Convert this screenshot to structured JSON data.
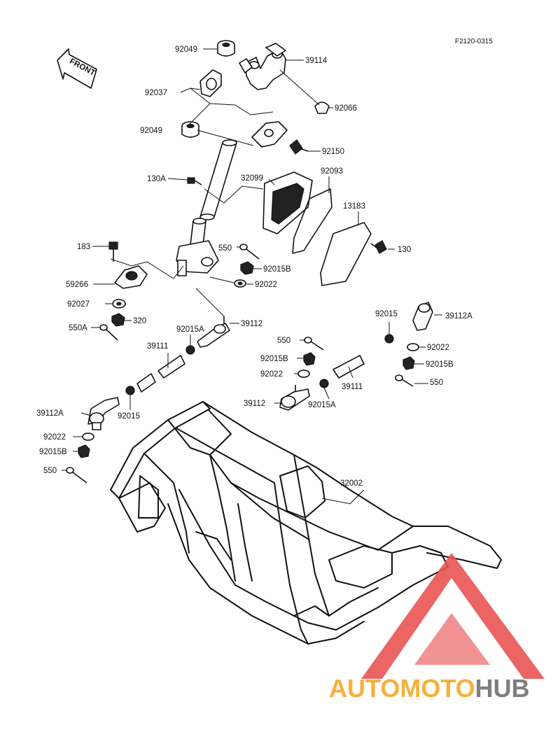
{
  "diagram_code": "F2120-0315",
  "front_arrow": {
    "label": "FRONT"
  },
  "parts": [
    {
      "id": "p1",
      "number": "92049"
    },
    {
      "id": "p2",
      "number": "39114"
    },
    {
      "id": "p3",
      "number": "92037"
    },
    {
      "id": "p4",
      "number": "92066"
    },
    {
      "id": "p5",
      "number": "92049"
    },
    {
      "id": "p6",
      "number": "92150"
    },
    {
      "id": "p7",
      "number": "130A"
    },
    {
      "id": "p8",
      "number": "32099"
    },
    {
      "id": "p9",
      "number": "92093"
    },
    {
      "id": "p10",
      "number": "13183"
    },
    {
      "id": "p11",
      "number": "183"
    },
    {
      "id": "p12",
      "number": "550"
    },
    {
      "id": "p13",
      "number": "130"
    },
    {
      "id": "p14",
      "number": "92015B"
    },
    {
      "id": "p15",
      "number": "59266"
    },
    {
      "id": "p16",
      "number": "92022"
    },
    {
      "id": "p17",
      "number": "92027"
    },
    {
      "id": "p18",
      "number": "320"
    },
    {
      "id": "p19",
      "number": "550A"
    },
    {
      "id": "p20",
      "number": "92015A"
    },
    {
      "id": "p21",
      "number": "39112"
    },
    {
      "id": "p22",
      "number": "92015"
    },
    {
      "id": "p23",
      "number": "39112A"
    },
    {
      "id": "p24",
      "number": "39111"
    },
    {
      "id": "p25",
      "number": "550"
    },
    {
      "id": "p26",
      "number": "92022"
    },
    {
      "id": "p27",
      "number": "92015B"
    },
    {
      "id": "p28",
      "number": "92015B"
    },
    {
      "id": "p29",
      "number": "92022"
    },
    {
      "id": "p30",
      "number": "39111"
    },
    {
      "id": "p31",
      "number": "550"
    },
    {
      "id": "p32",
      "number": "39112A"
    },
    {
      "id": "p33",
      "number": "92015"
    },
    {
      "id": "p34",
      "number": "39112"
    },
    {
      "id": "p35",
      "number": "92015A"
    },
    {
      "id": "p36",
      "number": "92022"
    },
    {
      "id": "p37",
      "number": "92015B"
    },
    {
      "id": "p38",
      "number": "550"
    },
    {
      "id": "p39",
      "number": "32002"
    }
  ],
  "watermark": {
    "text_part1": "AUTOMOTO",
    "text_part2": "HUB",
    "color_orange": "#f5a623",
    "color_red": "#e8504f",
    "color_gray": "#6d6d6d"
  }
}
